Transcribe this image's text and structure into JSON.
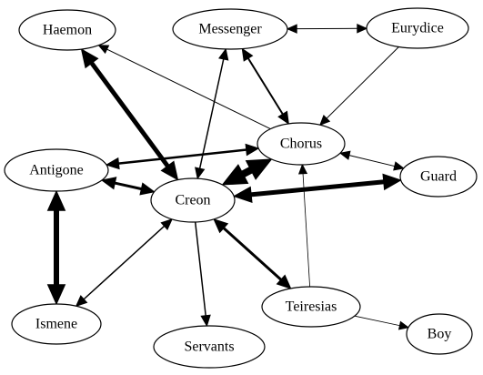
{
  "nodes": [
    {
      "id": "haemon",
      "label": "Haemon"
    },
    {
      "id": "messenger",
      "label": "Messenger"
    },
    {
      "id": "eurydice",
      "label": "Eurydice"
    },
    {
      "id": "chorus",
      "label": "Chorus"
    },
    {
      "id": "antigone",
      "label": "Antigone"
    },
    {
      "id": "creon",
      "label": "Creon"
    },
    {
      "id": "guard",
      "label": "Guard"
    },
    {
      "id": "teiresias",
      "label": "Teiresias"
    },
    {
      "id": "ismene",
      "label": "Ismene"
    },
    {
      "id": "servants",
      "label": "Servants"
    },
    {
      "id": "boy",
      "label": "Boy"
    }
  ],
  "edges": [
    {
      "from": "creon",
      "to": "haemon",
      "weight": 5,
      "bidirectional": true
    },
    {
      "from": "chorus",
      "to": "haemon",
      "weight": 1,
      "bidirectional": false
    },
    {
      "from": "creon",
      "to": "messenger",
      "weight": 1.5,
      "bidirectional": true
    },
    {
      "from": "messenger",
      "to": "eurydice",
      "weight": 1,
      "bidirectional": true
    },
    {
      "from": "messenger",
      "to": "chorus",
      "weight": 2,
      "bidirectional": true
    },
    {
      "from": "eurydice",
      "to": "chorus",
      "weight": 1,
      "bidirectional": false
    },
    {
      "from": "antigone",
      "to": "chorus",
      "weight": 2.5,
      "bidirectional": true
    },
    {
      "from": "creon",
      "to": "chorus",
      "weight": 8,
      "bidirectional": true
    },
    {
      "from": "chorus",
      "to": "guard",
      "weight": 1,
      "bidirectional": true
    },
    {
      "from": "antigone",
      "to": "creon",
      "weight": 3,
      "bidirectional": true
    },
    {
      "from": "creon",
      "to": "guard",
      "weight": 5,
      "bidirectional": true
    },
    {
      "from": "antigone",
      "to": "ismene",
      "weight": 6,
      "bidirectional": true
    },
    {
      "from": "creon",
      "to": "ismene",
      "weight": 1.5,
      "bidirectional": true
    },
    {
      "from": "creon",
      "to": "servants",
      "weight": 1.5,
      "bidirectional": false
    },
    {
      "from": "creon",
      "to": "teiresias",
      "weight": 3,
      "bidirectional": true
    },
    {
      "from": "teiresias",
      "to": "chorus",
      "weight": 0.8,
      "bidirectional": false
    },
    {
      "from": "teiresias",
      "to": "boy",
      "weight": 0.8,
      "bidirectional": false
    }
  ]
}
